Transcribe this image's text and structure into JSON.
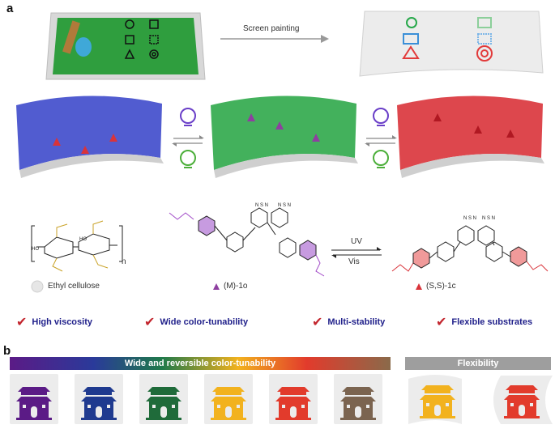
{
  "panel_a": {
    "letter": "a",
    "arrow_label": "Screen painting",
    "legend_ethyl": "Ethyl cellulose",
    "mol_1o_label": "(M)-1o",
    "mol_1c_label": "(S,S)-1c",
    "uv_label": "UV",
    "vis_label": "Vis",
    "n_label": "n",
    "features": [
      "High viscosity",
      "Wide color-tunability",
      "Multi-stability",
      "Flexible substrates"
    ],
    "film_colors": [
      "#3340c8",
      "#2fa84a",
      "#d9333a"
    ],
    "pattern_colors": [
      "#27a84a",
      "#3a8fd8",
      "#e23a3a"
    ]
  },
  "panel_b": {
    "letter": "b",
    "bar_label": "Wide and reversible color-tunability",
    "flex_label": "Flexibility",
    "gate_colors": [
      "#5b1b86",
      "#1f3a8f",
      "#1f6b3a",
      "#f2b21e",
      "#e23b2c",
      "#7b6450"
    ],
    "flex_gate_colors": [
      "#f2b21e",
      "#e23b2c"
    ]
  }
}
